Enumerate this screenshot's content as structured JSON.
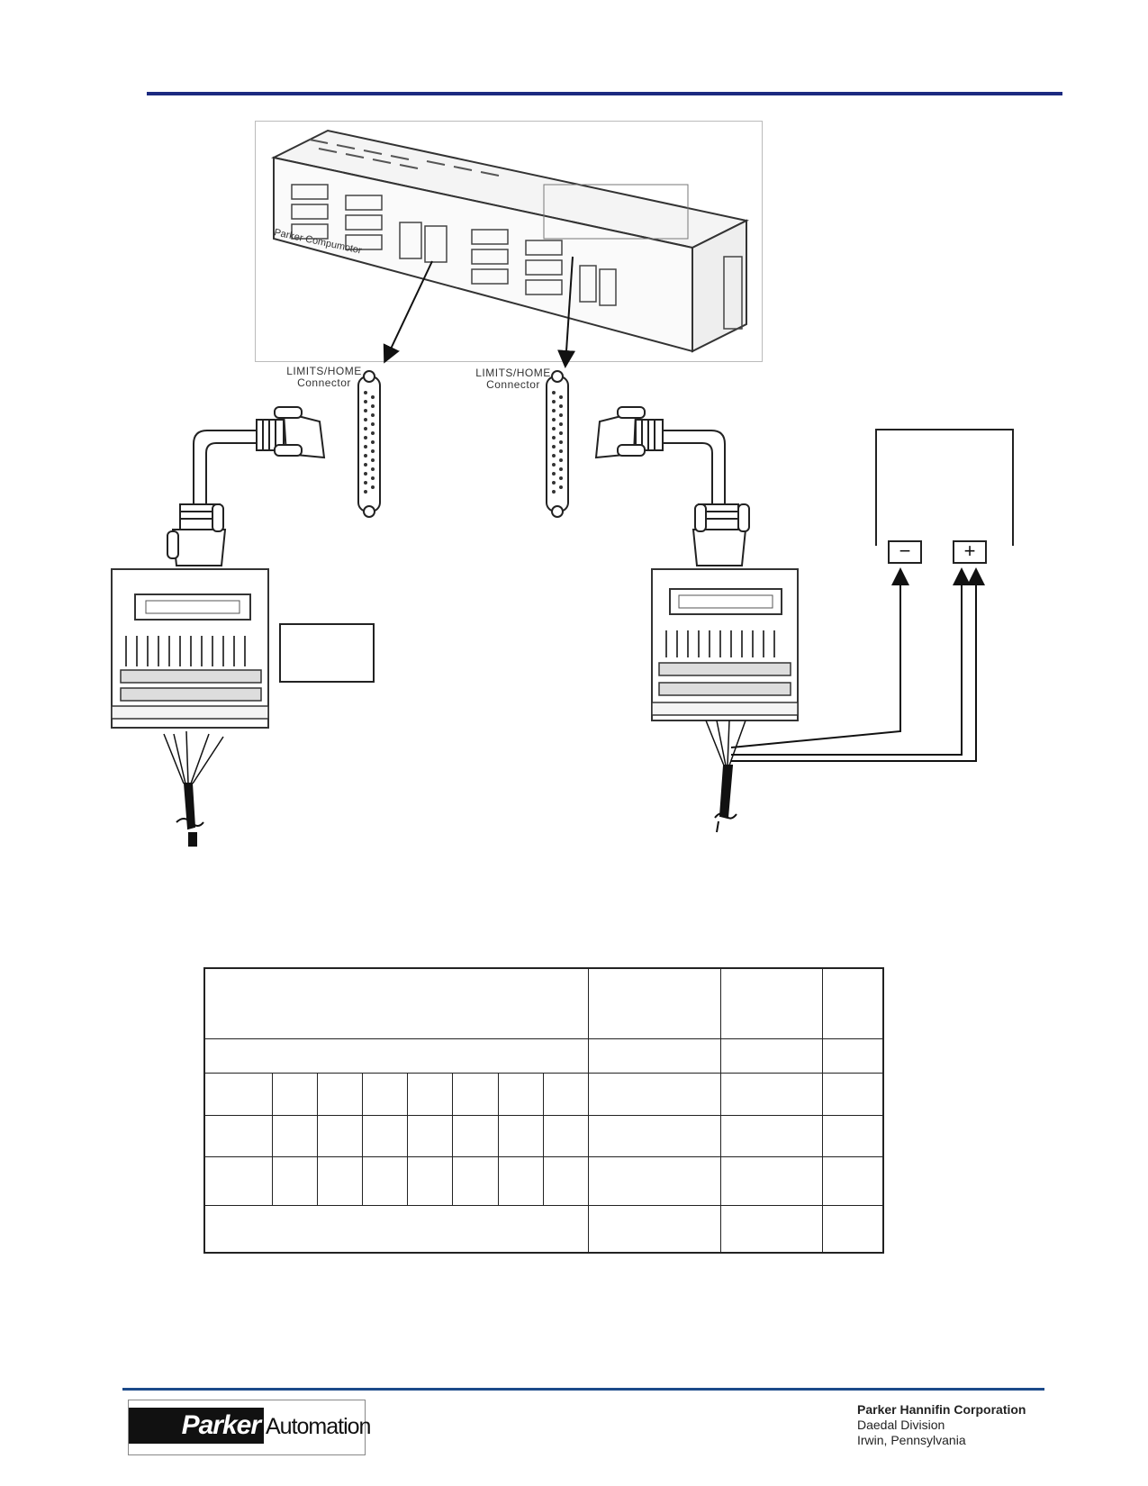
{
  "connectors": {
    "left_label_line1": "LIMITS/HOME",
    "left_label_line2": "Connector",
    "right_label_line1": "LIMITS/HOME",
    "right_label_line2": "Connector"
  },
  "power_supply": {
    "negative_symbol": "−",
    "positive_symbol": "+"
  },
  "footer": {
    "logo_mark": "Parker",
    "logo_text": "Automation",
    "company": "Parker Hannifin Corporation",
    "division": "Daedal Division",
    "location": "Irwin, Pennsylvania"
  },
  "colors": {
    "header_rule": "#1c2a80",
    "footer_rule": "#1c4a8a"
  }
}
